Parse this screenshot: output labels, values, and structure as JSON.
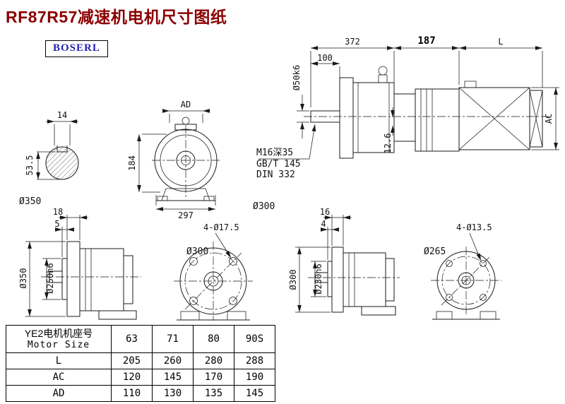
{
  "title": "RF87R57减速机电机尺寸图纸",
  "logo": "BOSERL",
  "colors": {
    "title": "#8B0000",
    "logo_text": "#2323b0",
    "line": "#1a1a1a",
    "background": "#ffffff"
  },
  "views": {
    "shaft_section": {
      "key_width": "14",
      "key_height": "53.5",
      "dia": "Ø350"
    },
    "front": {
      "ad": "AD",
      "height": "184",
      "width": "297"
    },
    "side": {
      "len_gear": "372",
      "len_adapter": "187",
      "len_motor": "L",
      "shaft_len": "100",
      "shaft_dia": "Ø50k6",
      "motor_dia": "AC",
      "step": "12.6",
      "note1": "M16深35",
      "note2": "GB/T 145",
      "note3": "DIN 332",
      "flange_dia": "Ø300"
    },
    "out_large": {
      "t1": "18",
      "t2": "5",
      "od": "Ø350",
      "spigot": "Ø250h6"
    },
    "face_large": {
      "bolt_circle": "Ø300",
      "holes": "4-Ø17.5"
    },
    "out_small": {
      "t1": "16",
      "t2": "4",
      "od": "Ø300",
      "spigot": "Ø230h6"
    },
    "face_small": {
      "od": "Ø265",
      "holes": "4-Ø13.5"
    }
  },
  "table": {
    "header_cn": "YE2电机机座号",
    "header_en": "Motor Size",
    "sizes": [
      "63",
      "71",
      "80",
      "90S"
    ],
    "rows": [
      {
        "label": "L",
        "values": [
          "205",
          "260",
          "280",
          "288"
        ]
      },
      {
        "label": "AC",
        "values": [
          "120",
          "145",
          "170",
          "190"
        ]
      },
      {
        "label": "AD",
        "values": [
          "110",
          "130",
          "135",
          "145"
        ]
      }
    ]
  }
}
